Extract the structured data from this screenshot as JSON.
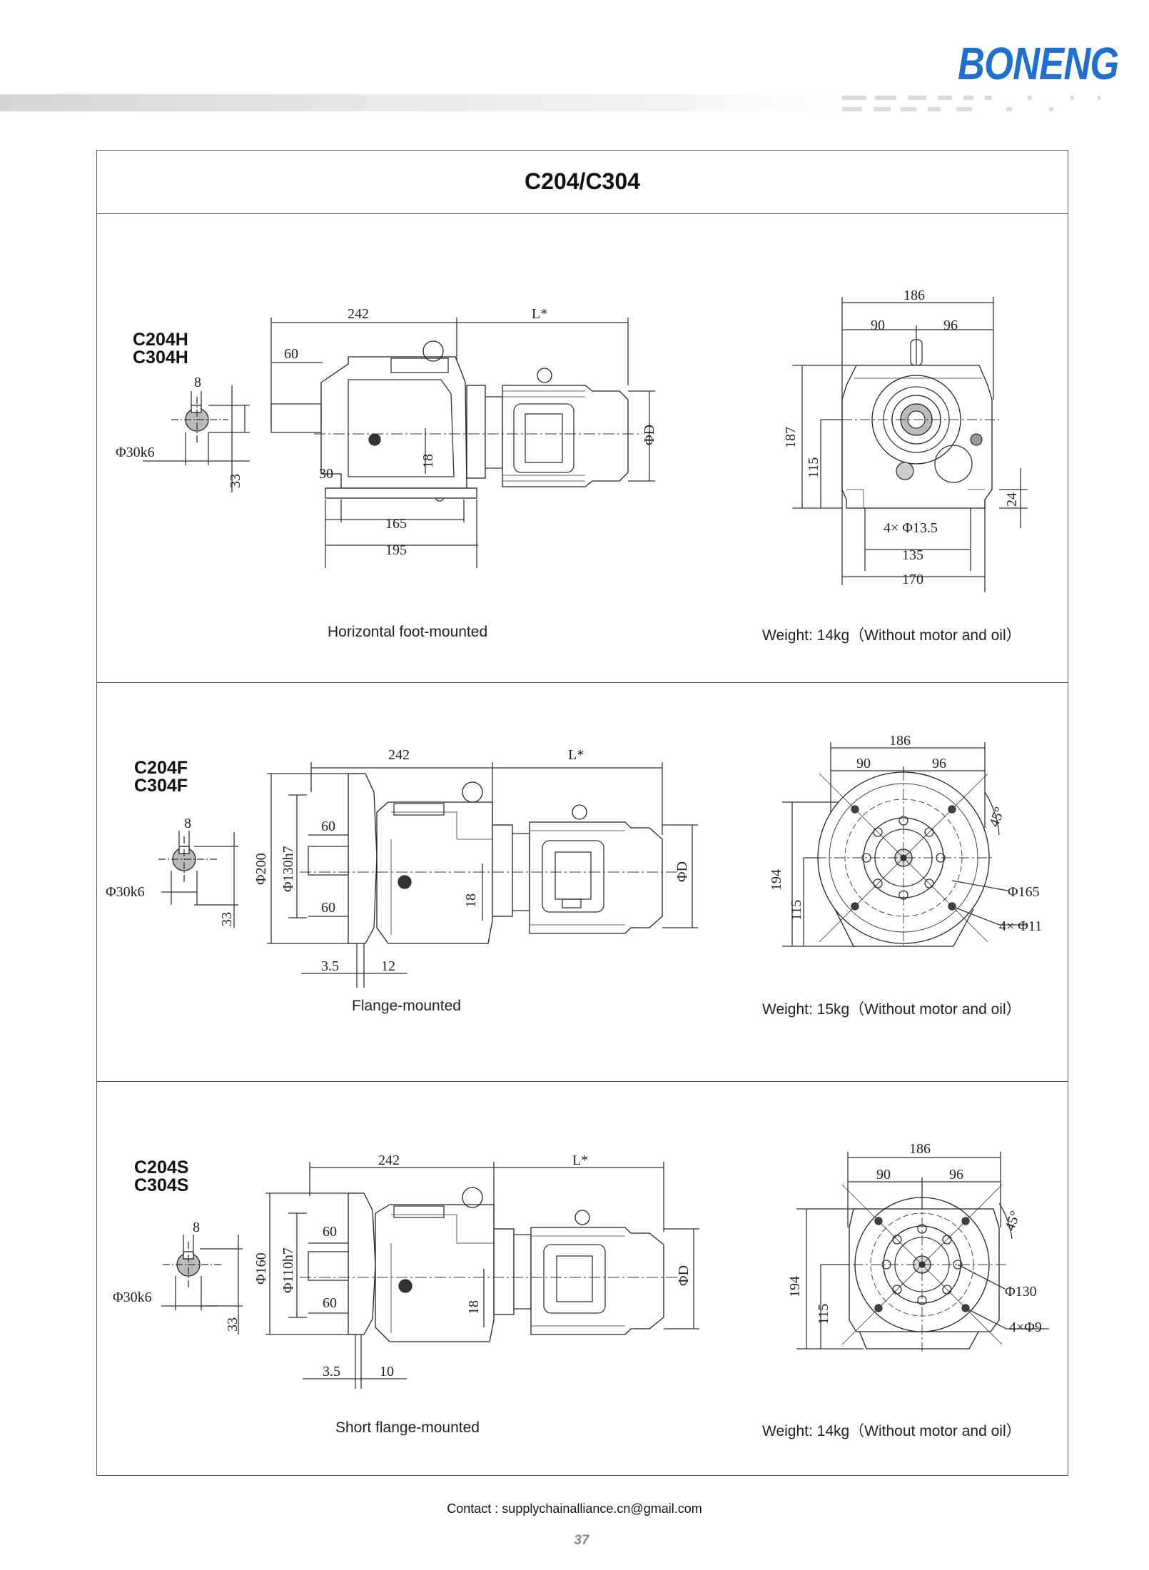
{
  "header": {
    "brand": "BONENG"
  },
  "title": "C204/C304",
  "sections": [
    {
      "models": [
        "C204H",
        "C304H"
      ],
      "caption": "Horizontal foot-mounted",
      "weight": "Weight: 14kg（Without motor and oil）",
      "dims": {
        "overall": "242",
        "motor_len": "L*",
        "shaft_len": "60",
        "key": "8",
        "shaft_dia": "Φ30k6",
        "key_height": "33",
        "inner": "18",
        "foot_inset": "30",
        "foot_a": "165",
        "foot_b": "195",
        "motor_dia": "ΦD",
        "end_width": "186",
        "end_left": "90",
        "end_right": "96",
        "height": "187",
        "axis_height": "115",
        "foot_thk": "24",
        "holes": "4× Φ13.5",
        "foot_c": "135",
        "foot_d": "170"
      }
    },
    {
      "models": [
        "C204F",
        "C304F"
      ],
      "caption": "Flange-mounted",
      "weight": "Weight: 15kg（Without motor and oil）",
      "dims": {
        "overall": "242",
        "motor_len": "L*",
        "shaft_len": "60",
        "shaft_len2": "60",
        "key": "8",
        "shaft_dia": "Φ30k6",
        "key_height": "33",
        "flange_dia": "Φ200",
        "spigot": "Φ130h7",
        "inner": "18",
        "spigot_depth": "3.5",
        "flange_thk": "12",
        "motor_dia": "ΦD",
        "end_width": "186",
        "end_left": "90",
        "end_right": "96",
        "height": "194",
        "axis_height": "115",
        "angle": "45°",
        "pcd": "Φ165",
        "holes": "4× Φ11"
      }
    },
    {
      "models": [
        "C204S",
        "C304S"
      ],
      "caption": "Short flange-mounted",
      "weight": "Weight: 14kg（Without motor and oil）",
      "dims": {
        "overall": "242",
        "motor_len": "L*",
        "shaft_len": "60",
        "shaft_len2": "60",
        "key": "8",
        "shaft_dia": "Φ30k6",
        "key_height": "33",
        "flange_dia": "Φ160",
        "spigot": "Φ110h7",
        "inner": "18",
        "spigot_depth": "3.5",
        "flange_thk": "10",
        "motor_dia": "ΦD",
        "end_width": "186",
        "end_left": "90",
        "end_right": "96",
        "height": "194",
        "axis_height": "115",
        "angle": "45°",
        "pcd": "Φ130",
        "holes": "4×Φ9"
      }
    }
  ],
  "footer": {
    "contact": "Contact : supplychainalliance.cn@gmail.com",
    "page": "37"
  }
}
